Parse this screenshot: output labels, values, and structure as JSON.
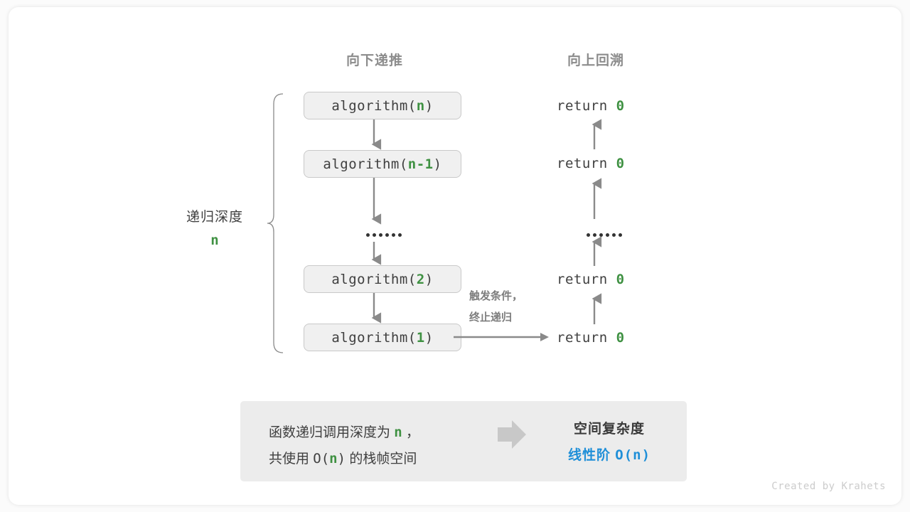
{
  "headers": {
    "descent": "向下递推",
    "ascent": "向上回溯"
  },
  "depth": {
    "label": "递归深度",
    "value": "n"
  },
  "call_stack": [
    {
      "prefix": "algorithm(",
      "arg": "n",
      "suffix": ")"
    },
    {
      "prefix": "algorithm(",
      "arg": "n-1",
      "suffix": ")"
    },
    {
      "ellipsis": "••••••"
    },
    {
      "prefix": "algorithm(",
      "arg": "2",
      "suffix": ")"
    },
    {
      "prefix": "algorithm(",
      "arg": "1",
      "suffix": ")"
    }
  ],
  "returns": [
    {
      "keyword": "return",
      "value": "0"
    },
    {
      "keyword": "return",
      "value": "0"
    },
    {
      "ellipsis": "••••••"
    },
    {
      "keyword": "return",
      "value": "0"
    },
    {
      "keyword": "return",
      "value": "0"
    }
  ],
  "trigger_note": {
    "line1": "触发条件，",
    "line2": "终止递归"
  },
  "summary": {
    "left_line1_a": "函数递归调用深度为 ",
    "left_line1_n": "n",
    "left_line1_b": " ，",
    "left_line2_a": "共使用 ",
    "left_line2_o": "O(",
    "left_line2_n": "n",
    "left_line2_c": ")",
    "left_line2_b": " 的栈帧空间",
    "arrow_icon": "right-arrow-icon",
    "right_title": "空间复杂度",
    "right_value_text": "线性阶 ",
    "right_value_expr": "O(n)"
  },
  "credit": "Created by Krahets",
  "colors": {
    "green": "#3f9142",
    "blue": "#1f8fd8",
    "gray_text": "#3f3f3f",
    "gray_header": "#8c8c8c",
    "box_fill": "#f0f0f0",
    "box_border": "#c9c9c9",
    "panel_fill": "#ececec",
    "arrow": "#8a8a8a"
  }
}
